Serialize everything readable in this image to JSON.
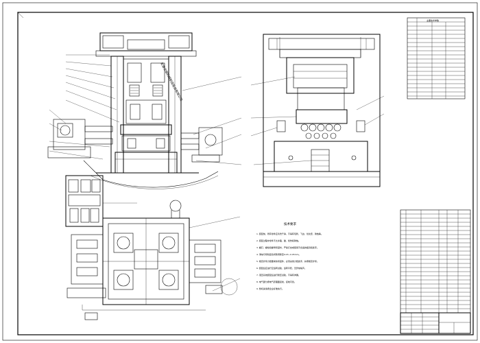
{
  "drawing": {
    "stamp_text": "安徽合锻机械制造股份有限公司",
    "tech_title": "技术要求",
    "tech_notes": [
      "1. 装配前，所有零件应清洗干净，不得有毛刺、飞边、氧化皮、锈蚀等。",
      "2. 装配过程中零件不允许磕、碰、划伤和锈蚀。",
      "3. 螺钉、螺栓和螺母紧固时，严禁打击或使用不合适的旋具和扳手。",
      "4. 滑块与导轨配合间隙调整至0.03~0.05mm。",
      "5. 规定拧紧力矩要求的紧固件，必须采用力矩扳手，并按规定拧紧。",
      "6. 装配后应进行空运转试验，运转平稳，无异常噪声。",
      "7. 液压系统装配后进行耐压试验，不得有渗漏。",
      "8. 电气部分按电气原理图接线，接地可靠。",
      "9. 整机涂漆按企业标准执行。"
    ],
    "spec_table_title": "主要技术参数"
  }
}
